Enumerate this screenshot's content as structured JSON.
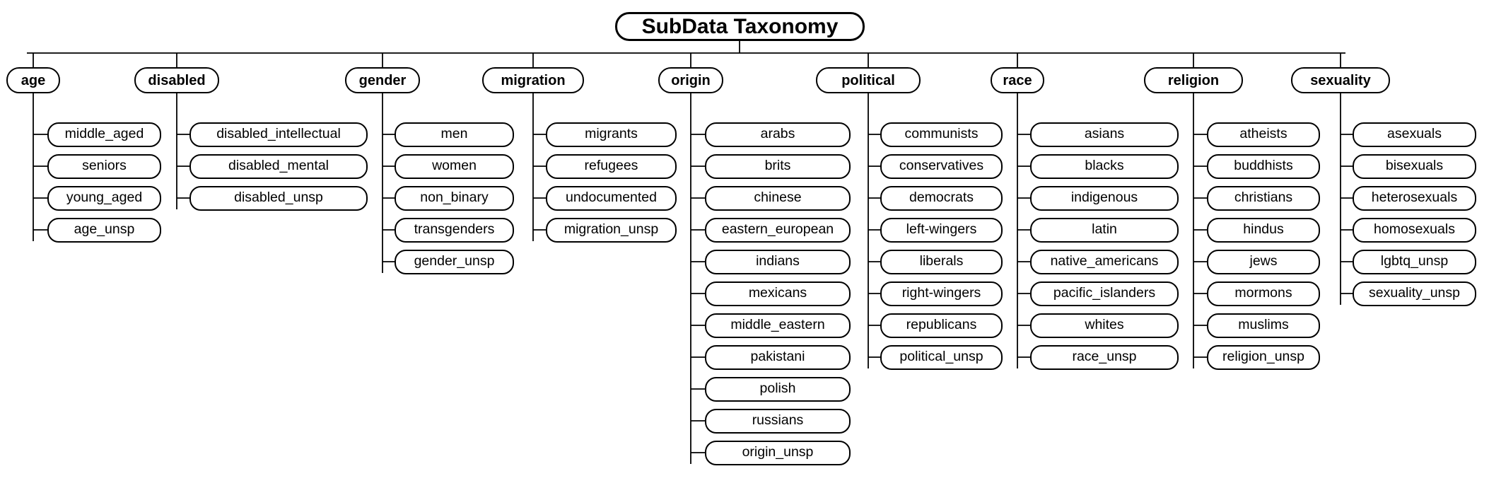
{
  "title": "SubData Taxonomy",
  "colors": {
    "background": "#ffffff",
    "node_fill": "#ffffff",
    "node_stroke": "#000000",
    "text_color": "#000000"
  },
  "categories": [
    {
      "label": "age",
      "children": [
        "middle_aged",
        "seniors",
        "young_aged",
        "age_unsp"
      ]
    },
    {
      "label": "disabled",
      "children": [
        "disabled_intellectual",
        "disabled_mental",
        "disabled_unsp"
      ]
    },
    {
      "label": "gender",
      "children": [
        "men",
        "women",
        "non_binary",
        "transgenders",
        "gender_unsp"
      ]
    },
    {
      "label": "migration",
      "children": [
        "migrants",
        "refugees",
        "undocumented",
        "migration_unsp"
      ]
    },
    {
      "label": "origin",
      "children": [
        "arabs",
        "brits",
        "chinese",
        "eastern_european",
        "indians",
        "mexicans",
        "middle_eastern",
        "pakistani",
        "polish",
        "russians",
        "origin_unsp"
      ]
    },
    {
      "label": "political",
      "children": [
        "communists",
        "conservatives",
        "democrats",
        "left-wingers",
        "liberals",
        "right-wingers",
        "republicans",
        "political_unsp"
      ]
    },
    {
      "label": "race",
      "children": [
        "asians",
        "blacks",
        "indigenous",
        "latin",
        "native_americans",
        "pacific_islanders",
        "whites",
        "race_unsp"
      ]
    },
    {
      "label": "religion",
      "children": [
        "atheists",
        "buddhists",
        "christians",
        "hindus",
        "jews",
        "mormons",
        "muslims",
        "religion_unsp"
      ]
    },
    {
      "label": "sexuality",
      "children": [
        "asexuals",
        "bisexuals",
        "heterosexuals",
        "homosexuals",
        "lgbtq_unsp",
        "sexuality_unsp"
      ]
    }
  ]
}
